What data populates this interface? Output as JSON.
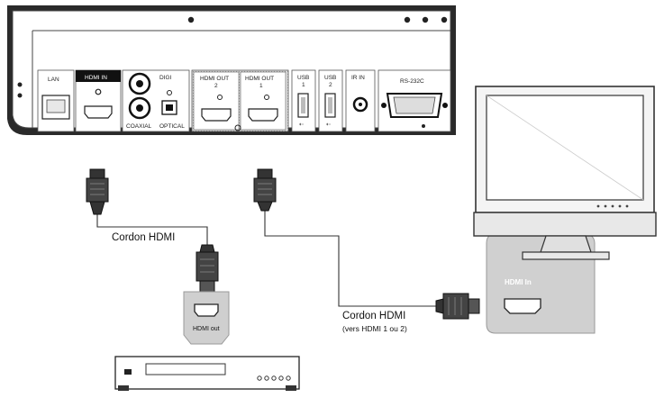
{
  "panel": {
    "ports": {
      "lan": "LAN",
      "hdmi_in": "HDMI IN",
      "digi": "DIGI",
      "coaxial": "COAXIAL",
      "optical": "OPTICAL",
      "hdmi_out2": [
        "HDMI OUT",
        "2"
      ],
      "hdmi_out1": [
        "HDMI OUT",
        "1"
      ],
      "usb1": [
        "USB",
        "1"
      ],
      "usb2": [
        "USB",
        "2"
      ],
      "ir_in": "IR IN",
      "rs232c": "RS-232C"
    }
  },
  "labels": {
    "cable1": "Cordon HDMI",
    "cable2": "Cordon HDMI",
    "cable2_note": "(vers HDMI 1 ou 2)",
    "tv_in": "HDMI In",
    "source_out": "HDMI out"
  }
}
